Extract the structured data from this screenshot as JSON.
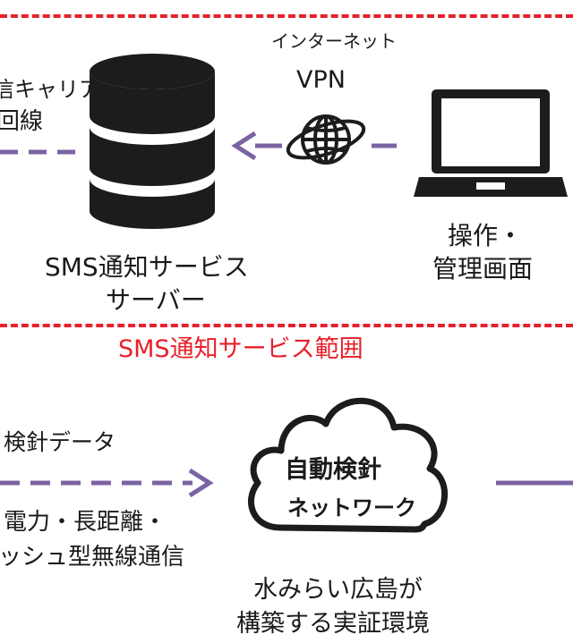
{
  "top_section": {
    "carrier_line1": "信キャリア",
    "carrier_line2": "回線",
    "internet_label": "インターネット",
    "vpn_label": "VPN",
    "server_caption_line1": "SMS通知サービス",
    "server_caption_line2": "サーバー",
    "terminal_caption_line1": "操作・",
    "terminal_caption_line2": "管理画面"
  },
  "scope_label": "SMS通知サービス範囲",
  "bottom_section": {
    "data_label": "検針データ",
    "wireless_line1": "電力・長距離・",
    "wireless_line2": "ッシュ型無線通信",
    "cloud_line1": "自動検針",
    "cloud_line2": "ネットワーク",
    "env_line1": "水みらい広島が",
    "env_line2": "構築する実証環境"
  },
  "colors": {
    "scope_red": "#e8202a",
    "arrow_purple": "#7b63a3",
    "icon_dark": "#1c1c1c"
  }
}
